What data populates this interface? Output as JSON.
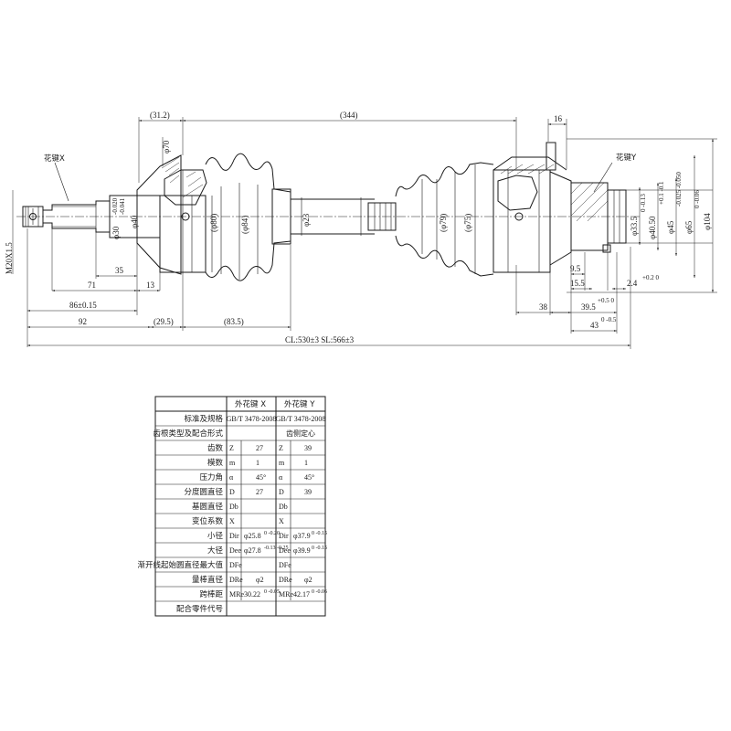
{
  "drawing": {
    "spline_x_label": "花键X",
    "spline_y_label": "花键Y",
    "thread": "M20X1.5",
    "dims": {
      "d31_2": "(31.2)",
      "d344": "(344)",
      "d16": "16",
      "phi70": "φ70",
      "phi80": "(φ80)",
      "phi84": "(φ84)",
      "phi40": "φ40",
      "phi30": "φ30",
      "phi30_tol_up": "-0.020",
      "phi30_tol_dn": "-0.041",
      "phi23": "φ23",
      "phi79": "(φ79)",
      "phi75": "(φ75)",
      "phi33_5": "φ33.5",
      "phi33_5_tol": "0 -0.13",
      "phi40_5": "φ40.50",
      "phi40_5_tol": "+0.1 -0.1",
      "phi45": "φ45",
      "phi45_tol": "-0.025 -0.050",
      "phi65": "φ65",
      "phi65_tol": "0 -0.06",
      "phi104": "φ104",
      "d35": "35",
      "d13": "13",
      "d71": "71",
      "d86": "86±0.15",
      "d92": "92",
      "d29_5": "(29.5)",
      "d83_5": "(83.5)",
      "d9_5": "9.5",
      "d15_5": "15.5",
      "d2_4": "2.4",
      "d2_4_tol": "+0.2 0",
      "d38": "38",
      "d39_5": "39.5",
      "d39_5_tol": "+0.5 0",
      "d43": "43",
      "d43_tol": "0 -0.5",
      "cl_sl": "CL:530±3 SL:566±3"
    }
  },
  "table": {
    "headers": [
      "",
      "外花键 X",
      "外花键 Y"
    ],
    "rows": [
      {
        "label": "标准及规格",
        "x": "GB/T 3478-2008",
        "y": "GB/T 3478-2008"
      },
      {
        "label": "齿根类型及配合形式",
        "x": "",
        "y": "齿侧定心"
      },
      {
        "label": "齿数",
        "xs": "Z",
        "x": "27",
        "ys": "Z",
        "y": "39"
      },
      {
        "label": "模数",
        "xs": "m",
        "x": "1",
        "ys": "m",
        "y": "1"
      },
      {
        "label": "压力角",
        "xs": "α",
        "x": "45°",
        "ys": "α",
        "y": "45°"
      },
      {
        "label": "分度圆直径",
        "xs": "D",
        "x": "27",
        "ys": "D",
        "y": "39"
      },
      {
        "label": "基圆直径",
        "xs": "Db",
        "x": "",
        "ys": "Db",
        "y": ""
      },
      {
        "label": "变位系数",
        "xs": "X",
        "x": "",
        "ys": "X",
        "y": ""
      },
      {
        "label": "小径",
        "xs": "Dir",
        "x": "φ25.8",
        "xt": "0 -0.20",
        "ys": "Dir",
        "y": "φ37.9",
        "yt": "0 -0.15"
      },
      {
        "label": "大径",
        "xs": "Dee",
        "x": "φ27.8",
        "xt": "-0.13 -0.25",
        "ys": "Dee",
        "y": "φ39.9",
        "yt": "0 -0.15"
      },
      {
        "label": "渐开线起始圆直径最大值",
        "xs": "DFe",
        "x": "",
        "ys": "DFe",
        "y": ""
      },
      {
        "label": "量棒直径",
        "xs": "DRe",
        "x": "φ2",
        "ys": "DRe",
        "y": "φ2"
      },
      {
        "label": "跨棒距",
        "xs": "MRe",
        "x": "30.22",
        "xt": "0 -0.05",
        "ys": "MRe",
        "y": "42.17",
        "yt": "0 -0.06"
      },
      {
        "label": "配合零件代号",
        "x": "",
        "y": ""
      }
    ]
  }
}
